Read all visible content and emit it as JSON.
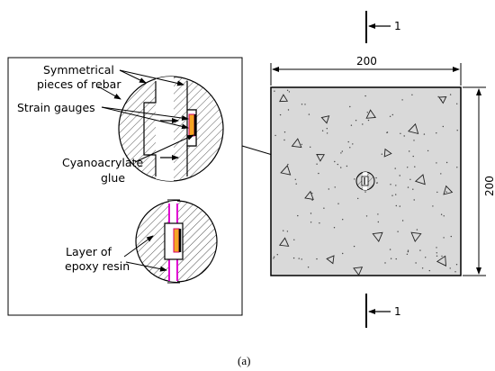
{
  "detail_labels": {
    "rebar": [
      "Symmetrical",
      "pieces of rebar"
    ],
    "gauges": "Strain gauges",
    "glue": [
      "Cyanoacrylate",
      "glue"
    ],
    "epoxy": [
      "Layer of",
      "epoxy resin"
    ]
  },
  "section_mark": {
    "label": "1"
  },
  "dimensions": {
    "width": "200",
    "height": "200"
  },
  "caption": "(a)",
  "colors": {
    "gauge": "#f5a623",
    "gauge_edge": "#d6006e",
    "epoxy": "#e100d2",
    "concrete": "#d9d9d9",
    "line": "#000000"
  }
}
